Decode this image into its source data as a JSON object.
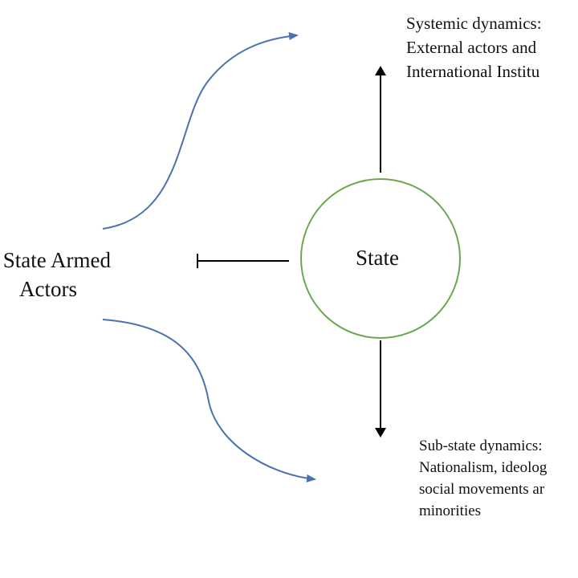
{
  "diagram": {
    "non_state_actors": {
      "line1": "- State Armed",
      "line2": "Actors"
    },
    "state": {
      "label": "State"
    },
    "systemic": {
      "lines": [
        "Systemic dynamics:",
        "External actors and",
        "International Institu"
      ]
    },
    "substate": {
      "lines": [
        "Sub-state dynamics:",
        "Nationalism, ideolog",
        "social movements ar",
        "minorities"
      ]
    },
    "colors": {
      "curve_arrows": "#4a72b0",
      "circle_stroke": "#6aa84f",
      "straight_arrows": "#000000"
    }
  }
}
